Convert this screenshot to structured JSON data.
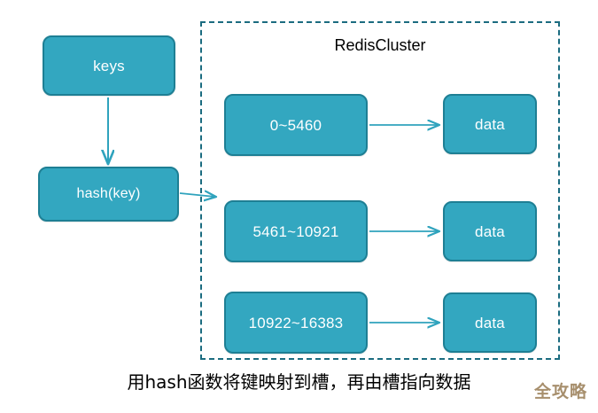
{
  "diagram": {
    "title": "RedisCluster",
    "caption": "用hash函数将键映射到槽，再由槽指向数据",
    "watermark": "全攻略",
    "colors": {
      "node_fill": "#33a7c0",
      "node_border": "#1e7f94",
      "node_text": "#ffffff",
      "cluster_border": "#1b6c80",
      "arrow": "#2fa3bd",
      "caption_text": "#000000",
      "watermark_text": "#a78f6d",
      "background": "#ffffff"
    }
  },
  "input_nodes": [
    {
      "id": "keys",
      "label": "keys"
    },
    {
      "id": "hash",
      "label": "hash(key)"
    }
  ],
  "cluster": {
    "label": "RedisCluster",
    "rows": [
      {
        "slot": "0~5460",
        "data": "data"
      },
      {
        "slot": "5461~10921",
        "data": "data"
      },
      {
        "slot": "10922~16383",
        "data": "data"
      }
    ]
  },
  "arrows": [
    {
      "id": "keys-to-hash",
      "from": "keys",
      "to": "hash",
      "direction": "down"
    },
    {
      "id": "hash-to-cluster",
      "from": "hash",
      "to": "cluster",
      "direction": "right"
    },
    {
      "id": "slot0-to-data0",
      "from": "0~5460",
      "to": "data",
      "direction": "right"
    },
    {
      "id": "slot1-to-data1",
      "from": "5461~10921",
      "to": "data",
      "direction": "right"
    },
    {
      "id": "slot2-to-data2",
      "from": "10922~16383",
      "to": "data",
      "direction": "right"
    }
  ]
}
